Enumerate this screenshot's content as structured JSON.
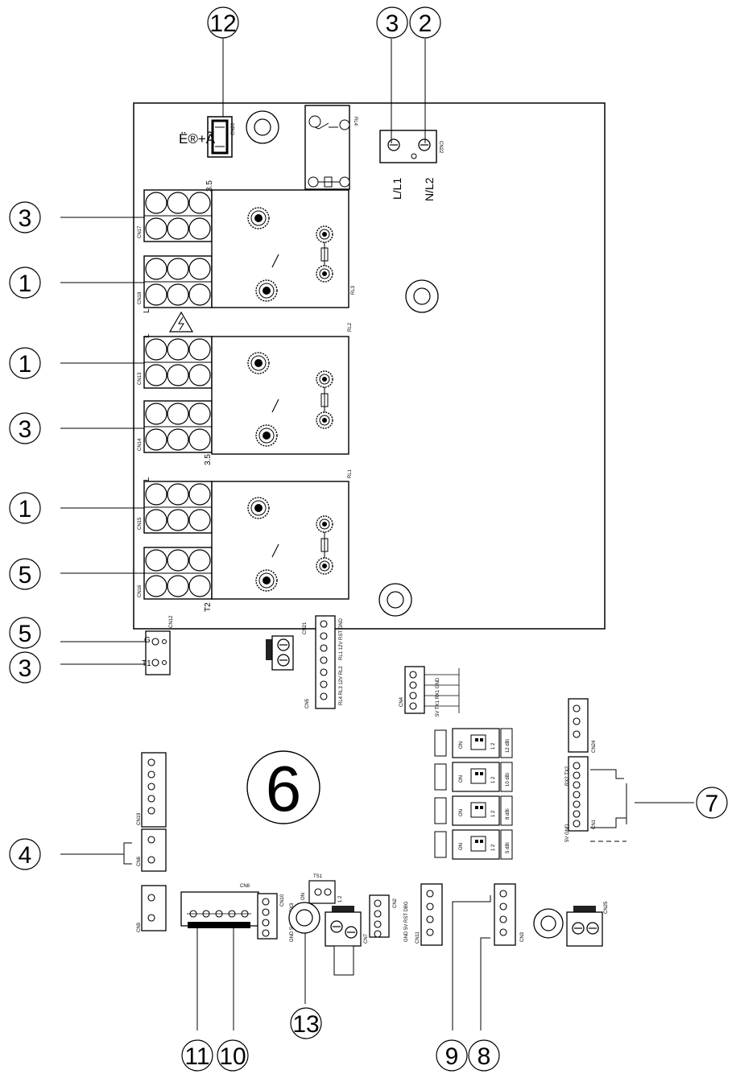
{
  "callouts": {
    "c12": "12",
    "c3_top": "3",
    "c2_top": "2",
    "c3_a": "3",
    "c1_a": "1",
    "c1_b": "1",
    "c3_b": "3",
    "c1_c": "1",
    "c5_a": "5",
    "c5_b": "5",
    "c3_c": "3",
    "c4": "4",
    "c7": "7",
    "c11": "11",
    "c10": "10",
    "c13": "13",
    "c9": "9",
    "c8": "8"
  },
  "board": {
    "center_label": "6",
    "usb_symbol": "Ë®+Ã",
    "terminal_L1": "L/L1",
    "terminal_N2": "N/L2",
    "labels": {
      "cn22": "CN22",
      "rl4": "RL4",
      "cn17": "CN17",
      "cn18": "CN18",
      "cn13": "CN13",
      "cn14": "CN14",
      "cn15": "CN15",
      "cn16": "CN16",
      "cn12": "CN12",
      "cn21": "CN21",
      "cn5": "CN5",
      "cn4": "CN4",
      "cn24": "CN24",
      "cn1": "CN1",
      "cn19": "CN19",
      "cn6": "CN6",
      "cn9": "CN9",
      "cn8": "CN8",
      "cn10": "CN10",
      "cn7": "CN7",
      "cn2": "CN2",
      "cn11": "CN11",
      "cn3": "CN3",
      "cn25": "CN25",
      "rl1": "RL1",
      "rl2": "RL2",
      "rl3": "RL3",
      "ts1": "TS1",
      "ts1_on": "ON",
      "ts1_12": "1 2",
      "v35_a": "3.5",
      "v35_b": "3.5",
      "L_a": "L",
      "L_b": "L",
      "L_c": "L",
      "T2": "T2",
      "G": "G",
      "T1": "T1",
      "cn21_pins": "RL1 12V RST GND",
      "cn5_pins": "RL4 RL3 12V RL2",
      "cn4_pins": "5V TX1 RX1 GND",
      "cn1_pins_top": "RX2 TX2",
      "cn1_pins_bot": "5V GND",
      "cn10_pins": "GND 5V TX3 RX3",
      "cn2_pins": "GND 5V RST DBG",
      "dip_on": "ON",
      "dip_12": "1 2",
      "dip1": "12 dBi",
      "dip2": "10 dBi",
      "dip3": "8 dBi",
      "dip4": "5 dBi"
    }
  }
}
